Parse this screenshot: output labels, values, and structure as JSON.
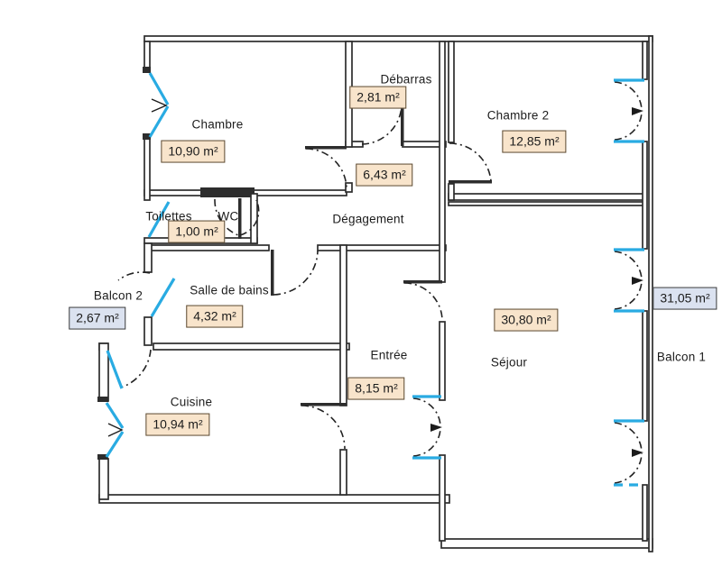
{
  "plan_type": "apartment-floor-plan",
  "units": "m²",
  "rooms": [
    {
      "name": "Chambre",
      "area": "10,90 m²"
    },
    {
      "name": "Débarras",
      "area": "2,81 m²"
    },
    {
      "name": "Chambre 2",
      "area": "12,85 m²"
    },
    {
      "name": "Dégagement",
      "area": "6,43 m²"
    },
    {
      "name": "Toilettes",
      "area": "1,00 m²"
    },
    {
      "name": "WC"
    },
    {
      "name": "Salle de bains",
      "area": "4,32 m²"
    },
    {
      "name": "Cuisine",
      "area": "10,94 m²"
    },
    {
      "name": "Entrée",
      "area": "8,15 m²"
    },
    {
      "name": "Séjour",
      "area": "30,80 m²"
    }
  ],
  "balconies": [
    {
      "name": "Balcon 2",
      "area": "2,67 m²"
    },
    {
      "name": "Balcon 1",
      "area": "31,05 m²"
    }
  ],
  "colors": {
    "wall": "#2d2d2d",
    "window_door": "#29abe2",
    "room_label_bg": "#f8e4cb",
    "balcony_label_bg": "#dbe2f0"
  }
}
